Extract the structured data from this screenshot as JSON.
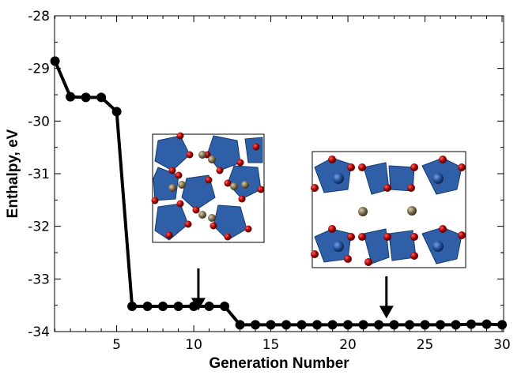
{
  "chart_data": {
    "type": "line",
    "title": "",
    "xlabel": "Generation Number",
    "ylabel": "Enthalpy, eV",
    "xlim": [
      0.97,
      30.1
    ],
    "ylim": [
      -34,
      -28
    ],
    "x_ticks": [
      5,
      10,
      15,
      20,
      25,
      30
    ],
    "x_tick_labels": [
      "5",
      "10",
      "15",
      "20",
      "25",
      "30"
    ],
    "y_ticks": [
      -34,
      -33,
      -32,
      -31,
      -30,
      -29,
      -28
    ],
    "y_tick_labels": [
      "-34",
      "-33",
      "-32",
      "-31",
      "-30",
      "-29",
      "-28"
    ],
    "grid": false,
    "legend": "none",
    "series": [
      {
        "x": [
          1,
          2,
          3,
          4,
          5,
          6,
          7,
          8,
          9,
          10,
          11,
          12,
          13,
          14,
          15,
          16,
          17,
          18,
          19,
          20,
          21,
          22,
          23,
          24,
          25,
          26,
          27,
          28,
          29,
          30
        ],
        "values": [
          -28.86,
          -29.54,
          -29.55,
          -29.55,
          -29.82,
          -33.52,
          -33.52,
          -33.52,
          -33.52,
          -33.52,
          -33.52,
          -33.52,
          -33.87,
          -33.87,
          -33.87,
          -33.87,
          -33.87,
          -33.87,
          -33.87,
          -33.87,
          -33.87,
          -33.87,
          -33.87,
          -33.87,
          -33.87,
          -33.87,
          -33.87,
          -33.86,
          -33.86,
          -33.87
        ],
        "color": "#000000"
      }
    ],
    "annotations": [
      {
        "type": "arrow",
        "x": 10.3,
        "y_from": -32.8,
        "y_to": -33.6
      },
      {
        "type": "arrow",
        "x": 22.5,
        "y_from": -32.95,
        "y_to": -33.75
      }
    ],
    "insets": [
      {
        "name": "structure-inset-1",
        "description_shown": "crystal structure image",
        "colors": {
          "polyhedra": "#2f5fa6",
          "oxygen": "#a01010",
          "cation": "#7a6a4a"
        }
      },
      {
        "name": "structure-inset-2",
        "description_shown": "crystal structure image",
        "colors": {
          "polyhedra": "#2f5fa6",
          "oxygen": "#a01010",
          "cation": "#7a6a4a"
        }
      }
    ]
  }
}
